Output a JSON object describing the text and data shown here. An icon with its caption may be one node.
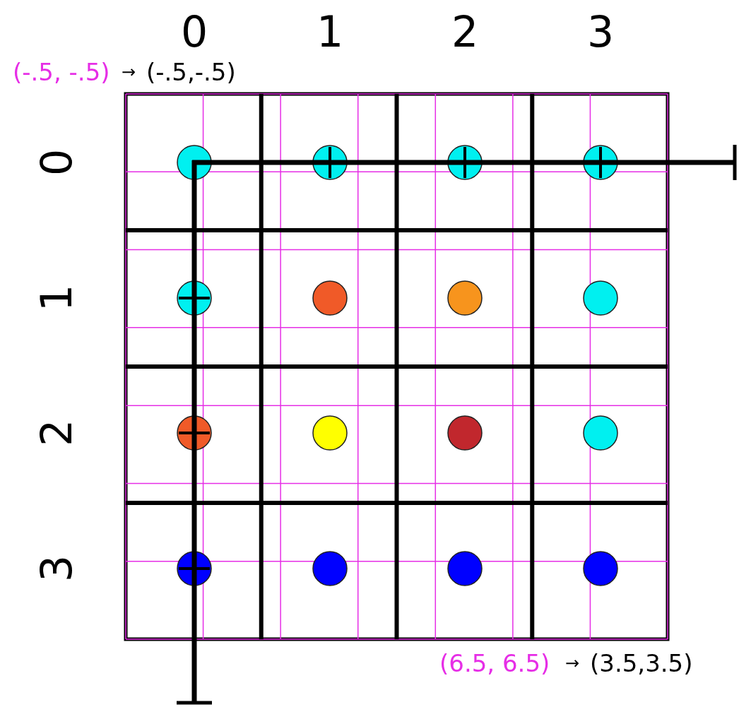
{
  "diagram": {
    "labels": [
      "0",
      "1",
      "2",
      "3",
      "0",
      "1",
      "2",
      "3",
      "(-.5, -.5)",
      "→",
      "(-.5,-.5)",
      "(6.5, 6.5)",
      "→",
      "(3.5,3.5)"
    ]
  }
}
